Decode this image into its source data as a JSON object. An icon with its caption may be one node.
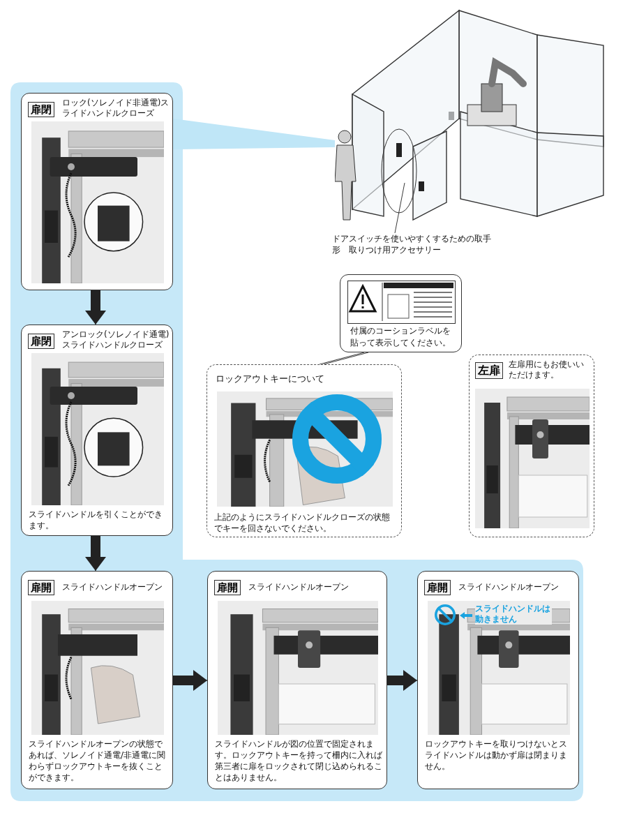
{
  "diagram": {
    "nodes": [
      {
        "text": [
          "扉閉",
          "ロック(ソレノイド非通電)スライドハンドルクローズ"
        ]
      },
      {
        "text": [
          "扉閉",
          "アンロック(ソレノイド通電)スライドハンドルクローズ",
          "スライドハンドルを引くことができます。"
        ]
      },
      {
        "text": [
          "扉開",
          "スライドハンドルオープン",
          "スライドハンドルオープンの状態であれば、ソレノイド通電/非通電に関わらずロックアウトキーを抜くことができます。"
        ]
      },
      {
        "text": [
          "扉開",
          "スライドハンドルオープン",
          "スライドハンドルが図の位置で固定されます。ロックアウトキーを持って柵内に入れば第三者に扉をロックされて閉じ込められることはありません。"
        ]
      },
      {
        "text": [
          "扉開",
          "スライドハンドルオープン",
          "スライドハンドルは動きません",
          "ロックアウトキーを取りつけないとスライドハンドルは動かず扉は閉まりません。"
        ]
      },
      {
        "text": [],
        "shape": "picture"
      },
      {
        "text": [
          "ドアスイッチを使いやすくするための取手形　取りつけ用アクセサリー"
        ]
      },
      {
        "text": [
          "付属のコーションラベルを貼って表示してください。"
        ]
      },
      {
        "text": [
          "ロックアウトキーについて",
          "上記のようにスライドハンドルクローズの状態でキーを回さないでください。"
        ]
      },
      {
        "text": [
          "左扉",
          "左扉用にもお使いいただけます。"
        ]
      }
    ],
    "edges": [
      {
        "from": 0,
        "to": 1,
        "arrow": "to"
      },
      {
        "from": 1,
        "to": 2,
        "arrow": "to"
      },
      {
        "from": 2,
        "to": 3,
        "arrow": "to"
      },
      {
        "from": 3,
        "to": 4,
        "arrow": "to"
      },
      {
        "from": 0,
        "to": 5,
        "arrow": "none",
        "color": "#bfe6f7",
        "style": "thick"
      },
      {
        "from": 6,
        "to": 5,
        "arrow": "none"
      },
      {
        "from": 7,
        "to": 8,
        "arrow": "none"
      }
    ]
  }
}
